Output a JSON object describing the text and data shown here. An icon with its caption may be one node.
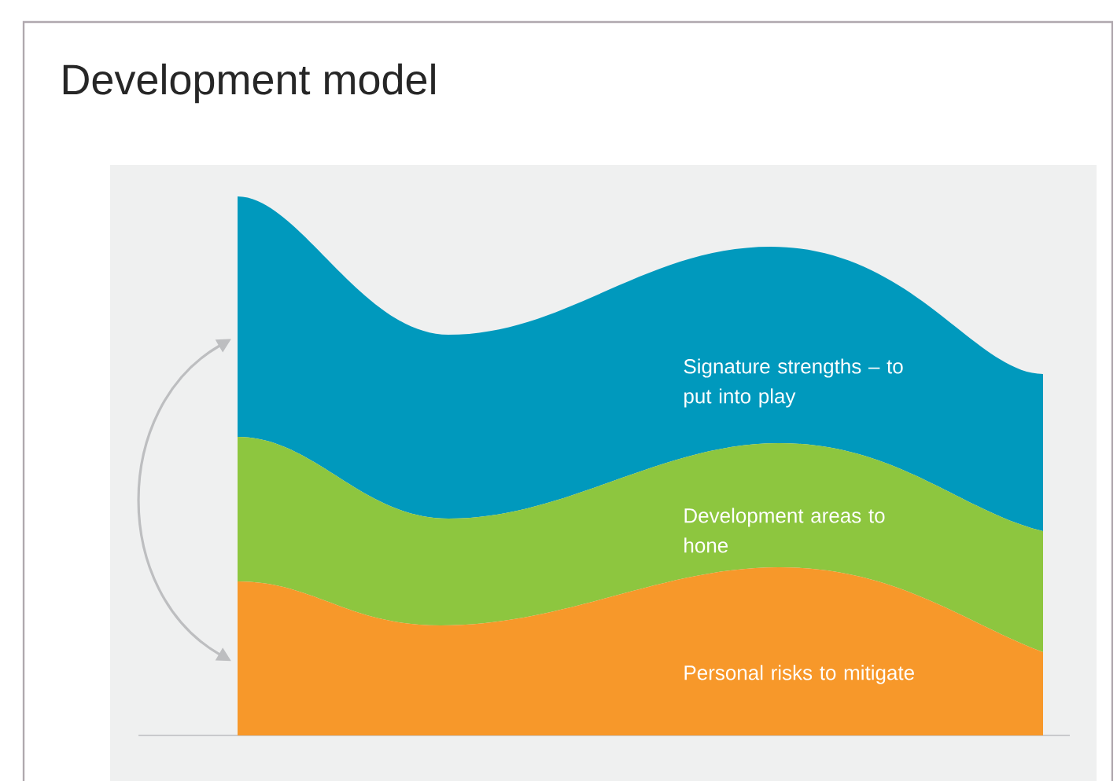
{
  "diagram": {
    "title": "Development model",
    "nodes": [
      {
        "text": [
          "Signature strengths – to put into play"
        ]
      },
      {
        "text": [
          "Development areas to hone"
        ]
      },
      {
        "text": [
          "Personal risks to mitigate"
        ]
      }
    ],
    "edges": [
      {
        "from": 0,
        "to": 2,
        "arrow": "both"
      }
    ]
  }
}
